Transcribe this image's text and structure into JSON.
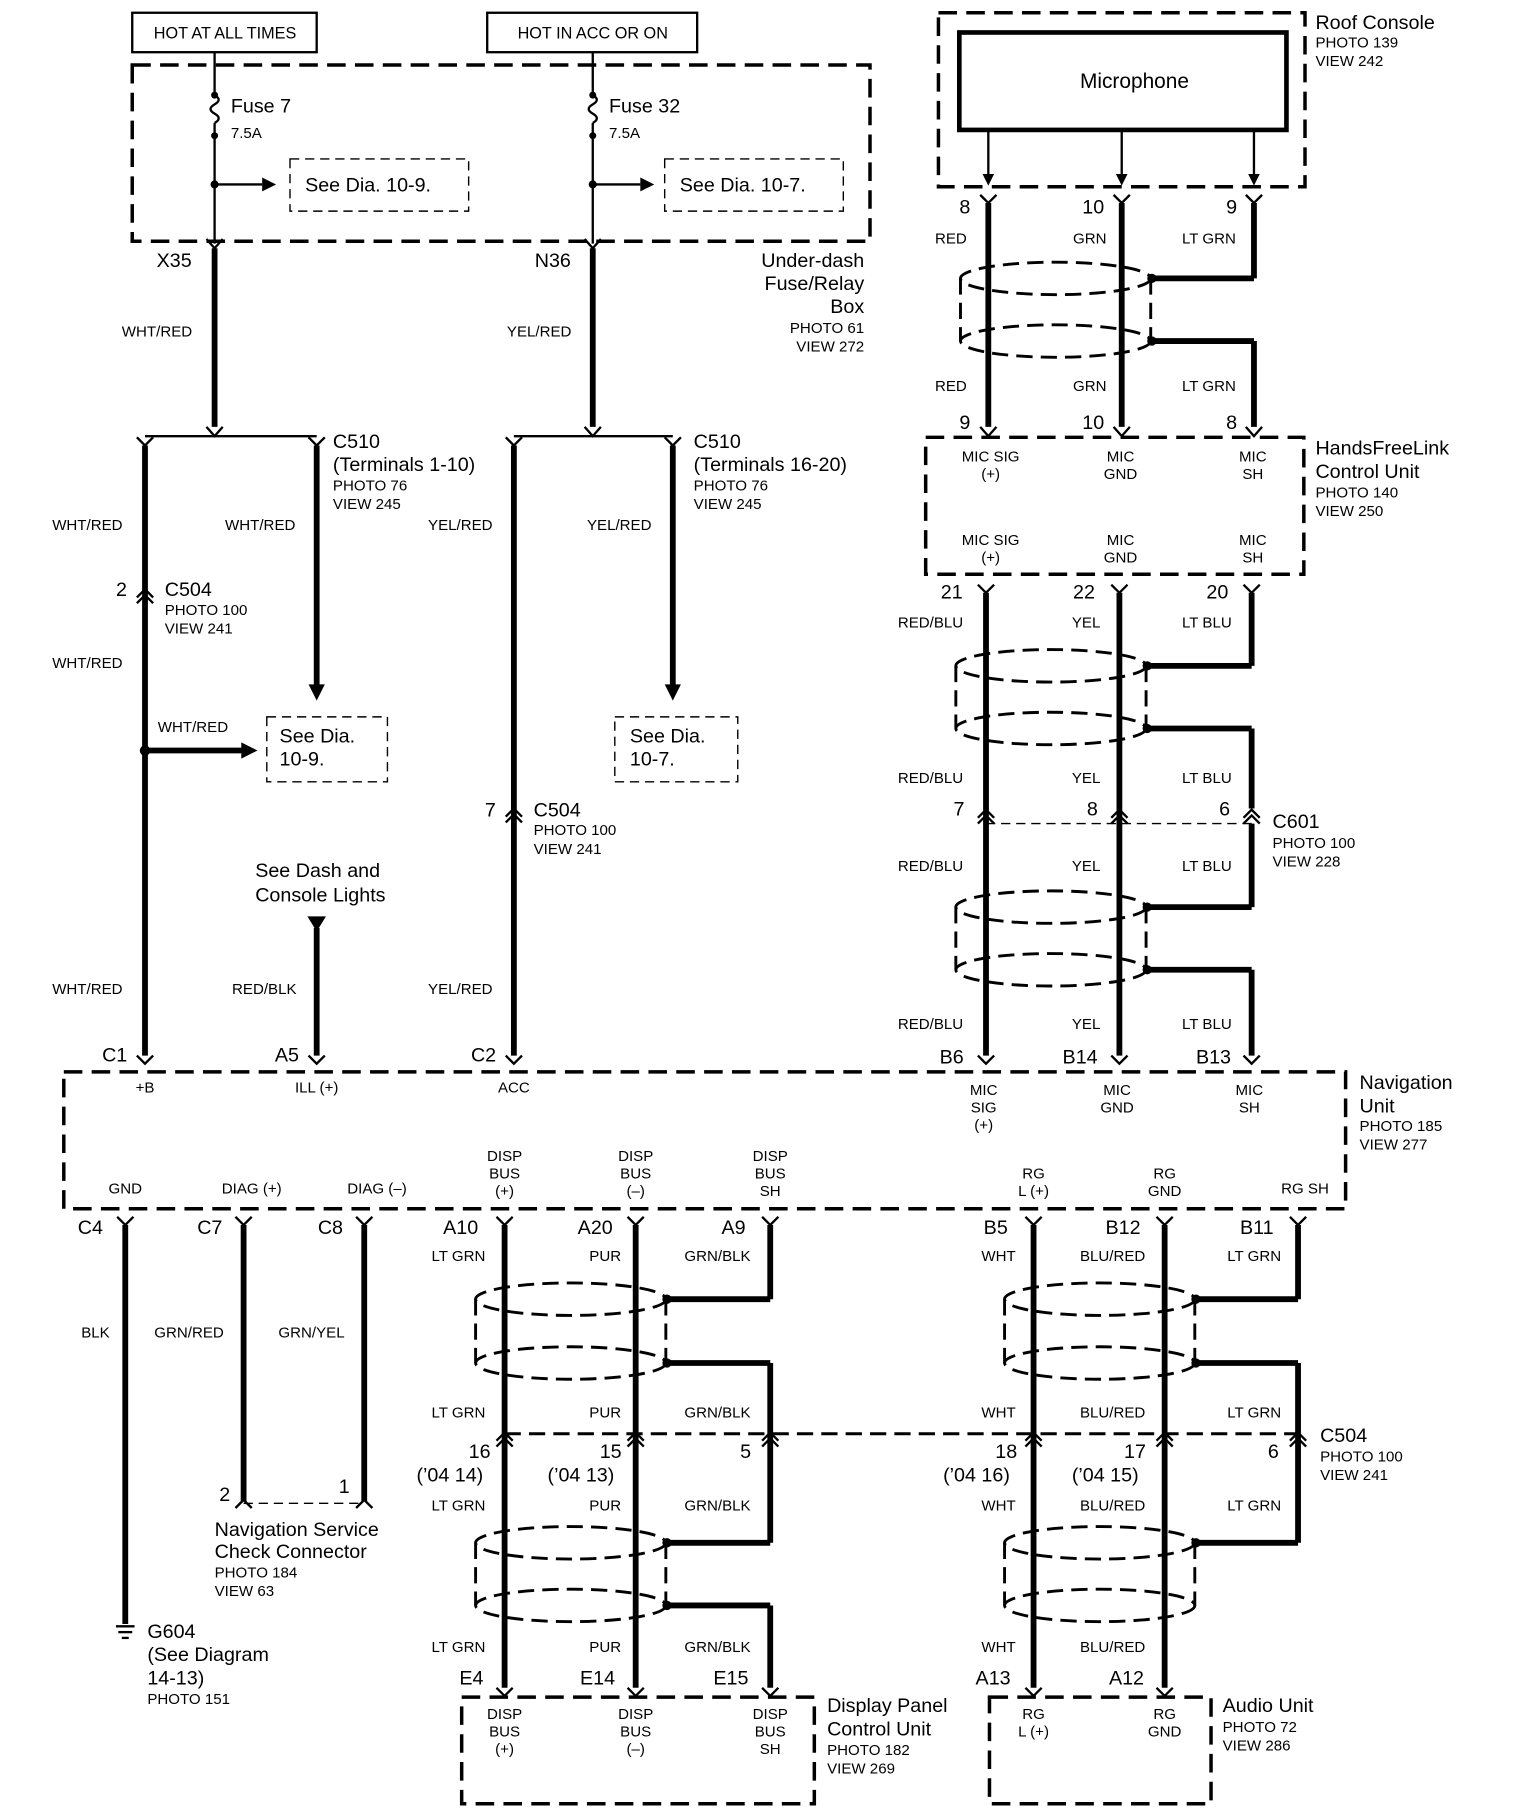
{
  "power": {
    "hot_all": "HOT AT ALL TIMES",
    "hot_acc": "HOT IN ACC OR ON",
    "fuse7_name": "Fuse 7",
    "fuse7_amp": "7.5A",
    "fuse32_name": "Fuse 32",
    "fuse32_amp": "7.5A",
    "see_109": "See Dia. 10-9.",
    "see_107": "See Dia. 10-7.",
    "x35": "X35",
    "n36": "N36",
    "fusebox": [
      "Under-dash",
      "Fuse/Relay",
      "Box",
      "PHOTO 61",
      "VIEW 272"
    ]
  },
  "roof": {
    "title": "Roof Console",
    "photo": "PHOTO 139",
    "view": "VIEW 242",
    "mic": "Microphone"
  },
  "hfl": {
    "title1": "HandsFreeLink",
    "title2": "Control Unit",
    "photo": "PHOTO 140",
    "view": "VIEW 250",
    "top_labels": [
      "MIC SIG",
      "(+)",
      "MIC",
      "GND",
      "MIC",
      "SH"
    ],
    "bot_labels": [
      "MIC SIG",
      "(+)",
      "MIC",
      "GND",
      "MIC",
      "SH"
    ]
  },
  "wires": {
    "red": "RED",
    "grn": "GRN",
    "ltgrn": "LT GRN",
    "redblu": "RED/BLU",
    "yel": "YEL",
    "ltblu": "LT BLU",
    "whtred": "WHT/RED",
    "yelred": "YEL/RED",
    "redblk": "RED/BLK",
    "blk": "BLK",
    "grnred": "GRN/RED",
    "grnyel": "GRN/YEL",
    "pur": "PUR",
    "grnblk": "GRN/BLK",
    "wht": "WHT",
    "blured": "BLU/RED"
  },
  "pins": {
    "roof": [
      "8",
      "10",
      "9"
    ],
    "hfl_in": [
      "9",
      "10",
      "8"
    ],
    "hfl_out": [
      "21",
      "22",
      "20"
    ],
    "c601": [
      "7",
      "8",
      "6"
    ],
    "nav_mic": [
      "B6",
      "B14",
      "B13"
    ],
    "nav_top": [
      "C1",
      "A5",
      "C2"
    ],
    "nav_bot_left": [
      "C4",
      "C7",
      "C8"
    ],
    "nav_disp": [
      "A10",
      "A20",
      "A9"
    ],
    "nav_rg": [
      "B5",
      "B12",
      "B11"
    ],
    "c504_disp": [
      "16",
      "(’04 14)",
      "15",
      "(’04 13)",
      "5"
    ],
    "c504_rg": [
      "18",
      "(’04 16)",
      "17",
      "(’04 15)",
      "6"
    ],
    "disp_unit": [
      "E4",
      "E14",
      "E15"
    ],
    "audio_unit": [
      "A13",
      "A12"
    ],
    "c504_2": "2",
    "c504_7": "7",
    "svc": [
      "2",
      "1"
    ]
  },
  "connectors": {
    "c510_a": [
      "C510",
      "(Terminals 1-10)",
      "PHOTO 76",
      "VIEW 245"
    ],
    "c510_b": [
      "C510",
      "(Terminals 16-20)",
      "PHOTO 76",
      "VIEW 245"
    ],
    "c504_a": [
      "C504",
      "PHOTO 100",
      "VIEW 241"
    ],
    "c504_b": [
      "C504",
      "PHOTO 100",
      "VIEW 241"
    ],
    "c504_c": [
      "C504",
      "PHOTO 100",
      "VIEW 241"
    ],
    "c601": [
      "C601",
      "PHOTO 100",
      "VIEW 228"
    ],
    "see_109_b": [
      "See Dia.",
      "10-9."
    ],
    "see_107_b": [
      "See Dia.",
      "10-7."
    ],
    "dash_lights": [
      "See Dash and",
      "Console Lights"
    ]
  },
  "nav": {
    "title": [
      "Navigation",
      "Unit",
      "PHOTO 185",
      "VIEW 277"
    ],
    "top_terms": [
      "+B",
      "ILL (+)",
      "ACC"
    ],
    "mic_terms": [
      "MIC",
      "SIG",
      "(+)",
      "MIC",
      "GND",
      "MIC",
      "SH"
    ],
    "bot_terms": [
      "GND",
      "DIAG (+)",
      "DIAG (–)"
    ],
    "disp_terms": [
      "DISP",
      "BUS",
      "(+)",
      "DISP",
      "BUS",
      "(–)",
      "DISP",
      "BUS",
      "SH"
    ],
    "rg_terms": [
      "RG",
      "L (+)",
      "RG",
      "GND",
      "RG SH"
    ]
  },
  "svc_conn": [
    "Navigation Service",
    "Check Connector",
    "PHOTO 184",
    "VIEW 63"
  ],
  "ground": [
    "G604",
    "(See Diagram",
    "14-13)",
    "PHOTO 151"
  ],
  "disp_unit": {
    "title": [
      "Display Panel",
      "Control Unit",
      "PHOTO 182",
      "VIEW 269"
    ],
    "terms": [
      "DISP",
      "BUS",
      "(+)",
      "DISP",
      "BUS",
      "(–)",
      "DISP",
      "BUS",
      "SH"
    ]
  },
  "audio_unit": {
    "title": [
      "Audio Unit",
      "PHOTO 72",
      "VIEW 286"
    ],
    "terms": [
      "RG",
      "L (+)",
      "RG",
      "GND"
    ]
  }
}
